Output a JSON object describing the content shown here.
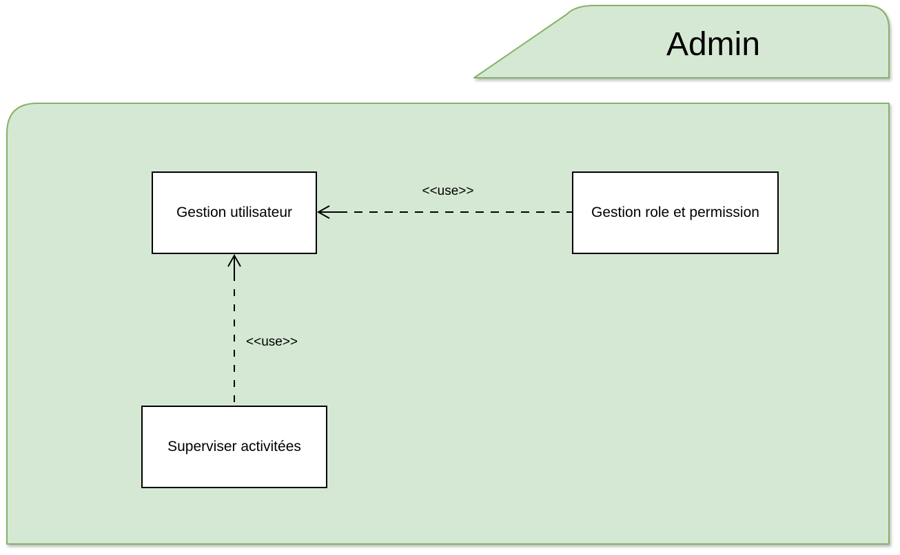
{
  "package": {
    "label": "Admin"
  },
  "colors": {
    "package_fill": "#d5e8d4",
    "package_stroke": "#82b366",
    "node_fill": "#ffffff",
    "node_stroke": "#000000",
    "edge_color": "#000000",
    "text_color": "#000000",
    "background": "#ffffff"
  },
  "nodes": [
    {
      "id": "gestion-utilisateur",
      "label": "Gestion utilisateur"
    },
    {
      "id": "gestion-role-et-permission",
      "label": "Gestion role et permission"
    },
    {
      "id": "superviser-activitees",
      "label": "Superviser activitées"
    }
  ],
  "edges": [
    {
      "label": "<<use>>",
      "from": "gestion-role-et-permission",
      "to": "gestion-utilisateur",
      "style": "dashed-open-arrow"
    },
    {
      "label": "<<use>>",
      "from": "superviser-activitees",
      "to": "gestion-utilisateur",
      "style": "dashed-open-arrow"
    }
  ]
}
